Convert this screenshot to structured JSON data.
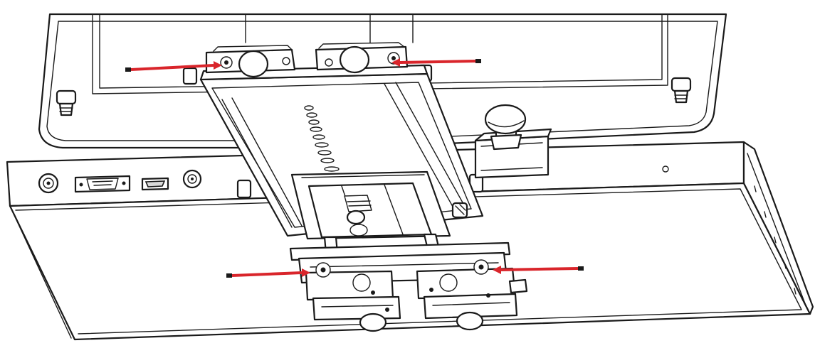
{
  "diagram": {
    "colors": {
      "line": "#1a1a1a",
      "background": "#ffffff",
      "indicator": "#d9252b",
      "indicator_tip": "#1a1a1a",
      "shade": "#d9d9d9"
    },
    "components": [
      "monitor-panel",
      "base-tray",
      "vga-port",
      "hdmi-port",
      "mounting-bracket",
      "cable-clamp",
      "tension-knob"
    ],
    "indicators": [
      {
        "name": "top-left-arrow",
        "direction": "right"
      },
      {
        "name": "top-right-arrow",
        "direction": "left"
      },
      {
        "name": "bottom-left-arrow",
        "direction": "right"
      },
      {
        "name": "bottom-right-arrow",
        "direction": "left"
      }
    ]
  }
}
